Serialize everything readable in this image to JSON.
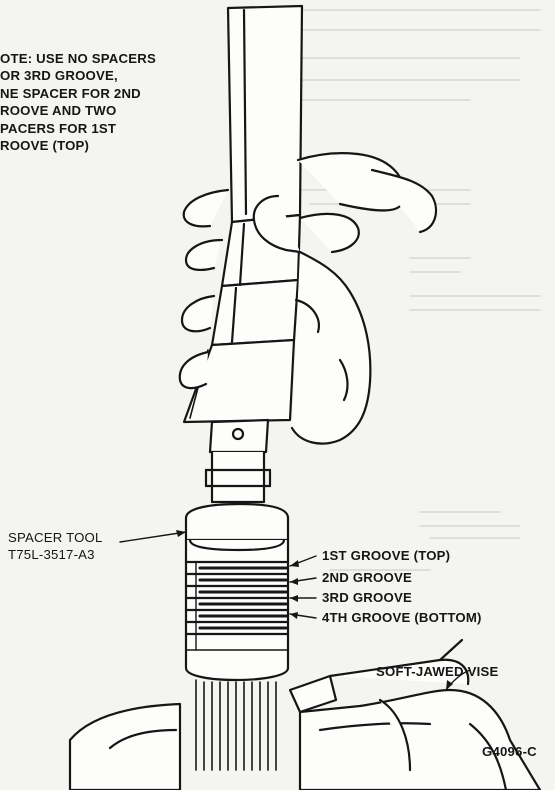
{
  "note": {
    "lines": [
      "OTE: USE NO SPACERS",
      "OR 3RD GROOVE,",
      "NE SPACER FOR 2ND",
      "ROOVE AND TWO",
      "PACERS FOR 1ST",
      "ROOVE (TOP)"
    ]
  },
  "callouts": {
    "spacer_tool_name": "SPACER TOOL",
    "spacer_tool_number": "T75L-3517-A3",
    "groove_1": "1ST GROOVE (TOP)",
    "groove_2": "2ND GROOVE",
    "groove_3": "3RD GROOVE",
    "groove_4": "4TH GROOVE (BOTTOM)",
    "vise": "SOFT-JAWED VISE"
  },
  "figure_number": "G4096-C",
  "colors": {
    "ink": "#161616",
    "paper": "#f4f4f1"
  }
}
